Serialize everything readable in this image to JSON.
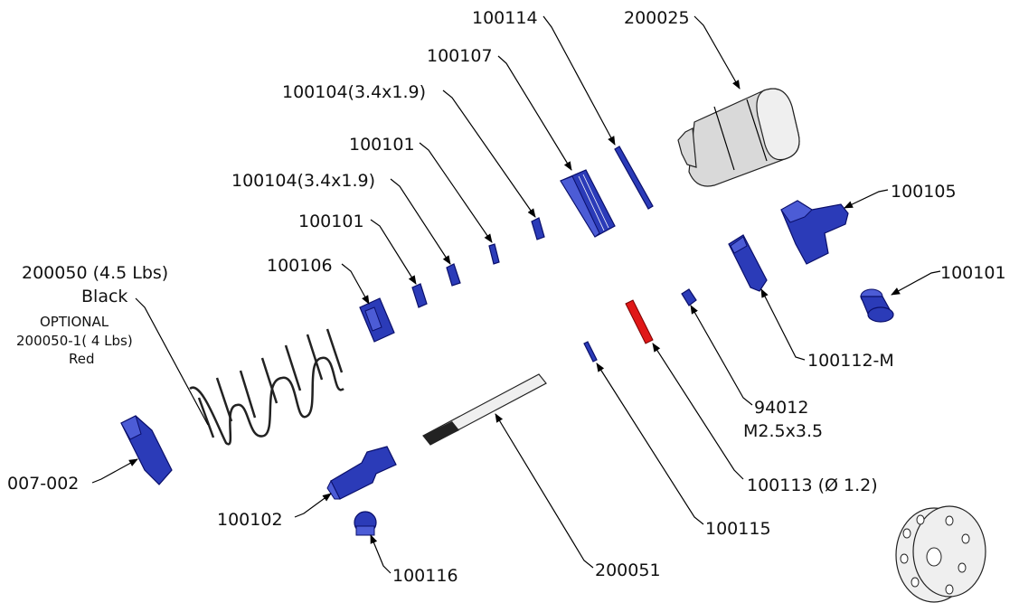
{
  "labels": {
    "p100114": "100114",
    "p200025": "200025",
    "p100107": "100107",
    "p100104_top": "100104(3.4x1.9)",
    "p100101_a": "100101",
    "p100104_mid": "100104(3.4x1.9)",
    "p100101_b": "100101",
    "p100105": "100105",
    "p100106": "100106",
    "p200050": "200050 (4.5 Lbs)",
    "black": "Black",
    "optional": "OPTIONAL",
    "p200050_1": "200050-1( 4 Lbs)",
    "red": "Red",
    "p100101_c": "100101",
    "p100112m": "100112-M",
    "p94012": "94012",
    "m25": "M2.5x3.5",
    "p007002": "007-002",
    "p100113": "100113 (Ø 1.2)",
    "p100102": "100102",
    "p100115": "100115",
    "p200051": "200051",
    "p100116": "100116"
  },
  "colors": {
    "part": "#2b3bb8",
    "highlight": "#e01818",
    "gray": "#d9d9d9"
  }
}
